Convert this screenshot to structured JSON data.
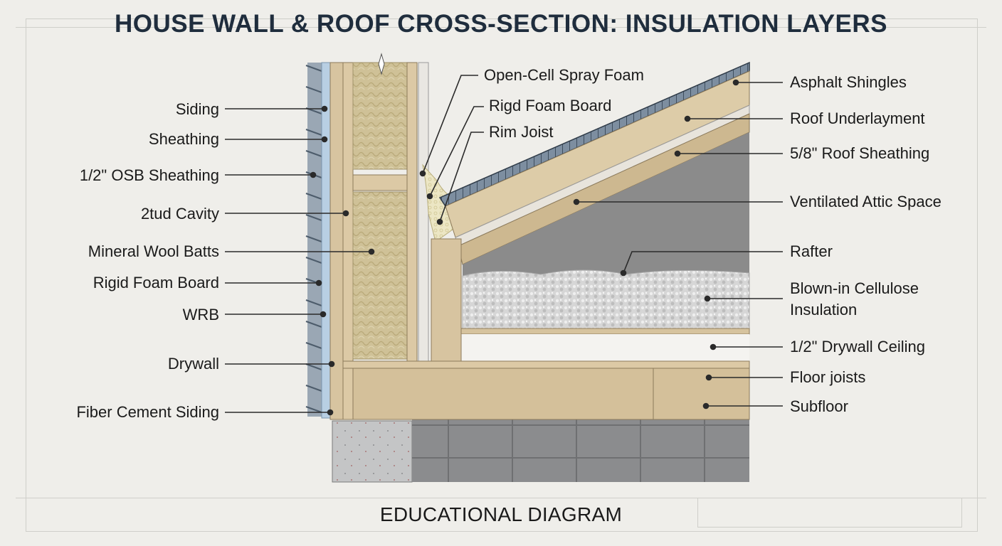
{
  "diagram": {
    "title": "HOUSE WALL & ROOF CROSS-SECTION: INSULATION LAYERS",
    "footer": "EDUCATIONAL DIAGRAM"
  },
  "labels": {
    "left": [
      "Siding",
      "Sheathing",
      "1/2\" OSB Sheathing",
      "2tud Cavity",
      "Mineral Wool Batts",
      "Rigid Foam Board",
      "WRB",
      "Drywall",
      "Fiber Cement Siding"
    ],
    "top": [
      "Open-Cell Spray Foam",
      "Rigd Foam Board",
      "Rim Joist"
    ],
    "right": [
      "Asphalt Shingles",
      "Roof Underlayment",
      "5/8\" Roof Sheathing",
      "Ventilated Attic Space",
      "Rafter",
      "Blown-in Cellulose Insulation",
      "1/2\" Drywall Ceiling",
      "Floor joists",
      "Subfloor"
    ]
  },
  "colors": {
    "background": "#efeeea",
    "wood": "#d8c6a2",
    "mineral_wool": "#cdbf93",
    "siding": "#6e7f90",
    "attic": "#8a8a8a",
    "cellulose": "#d2d2d2",
    "foundation": "#8e8f90",
    "leader": "#2a2a2a"
  }
}
